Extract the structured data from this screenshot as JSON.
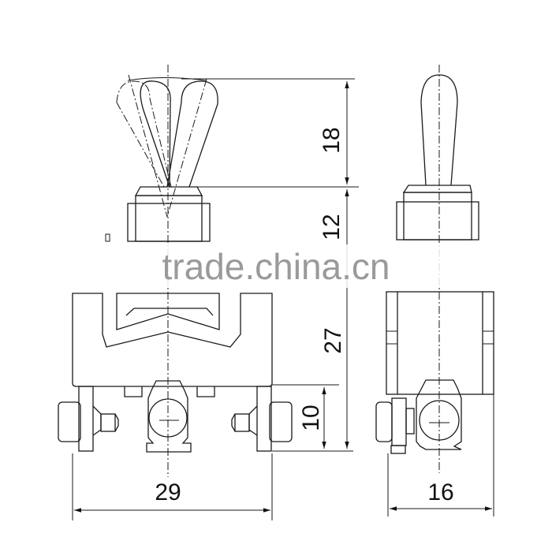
{
  "drawing": {
    "subject": "toggle switch dimension drawing",
    "views": [
      "front-view",
      "side-view"
    ],
    "units": "mm",
    "colors": {
      "line": "#1a1a1a",
      "watermark": "#9a9a9a",
      "background": "#ffffff"
    }
  },
  "dimensions": {
    "lever_height": "18",
    "bushing_height": "12",
    "body_height": "27",
    "terminal_height": "10",
    "front_width": "29",
    "side_width": "16"
  },
  "watermark": {
    "text": "trade.china.cn"
  }
}
